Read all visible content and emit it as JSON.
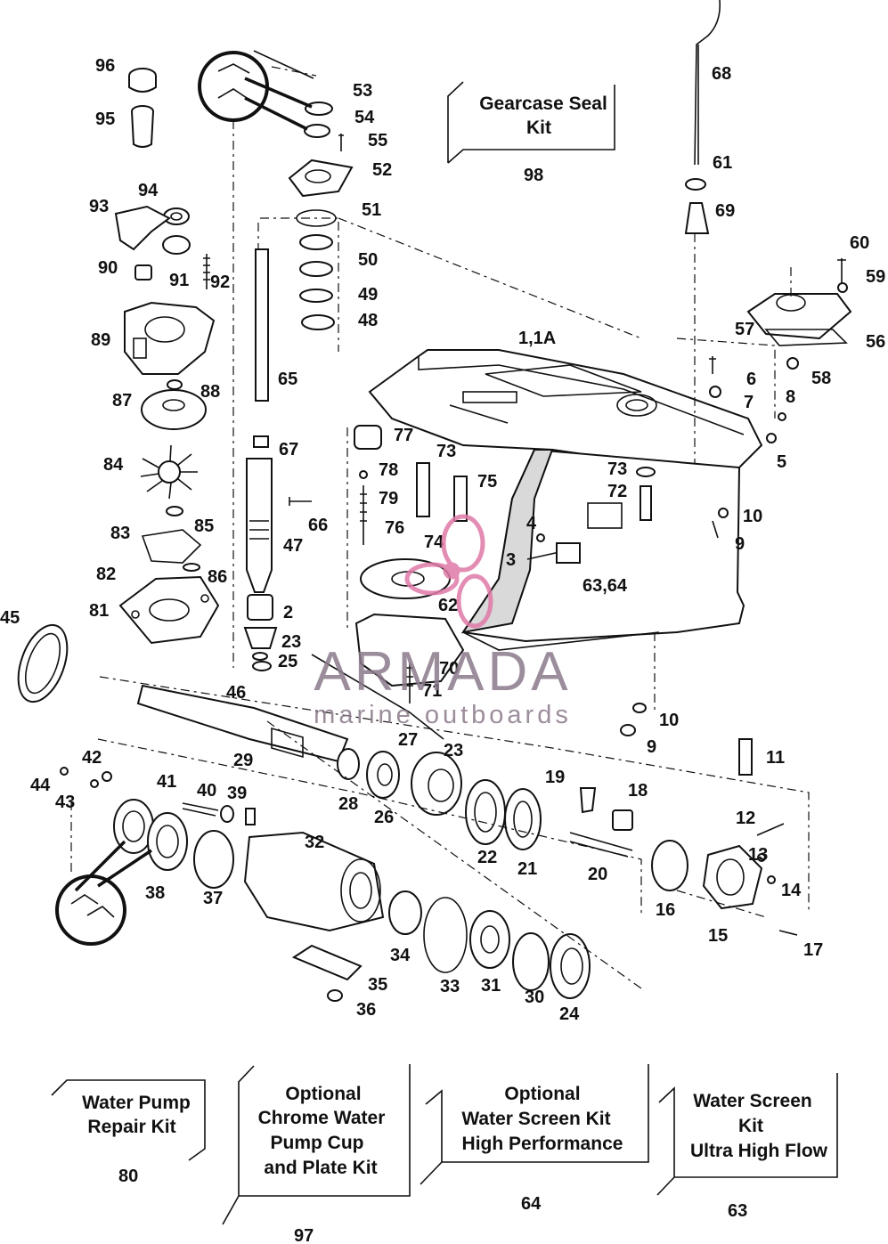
{
  "watermark": {
    "brand": "ARMADA",
    "tagline": "marine outboards",
    "logo_color": "#e07aa8"
  },
  "kits": {
    "gearcase_seal": {
      "lines": [
        "Gearcase Seal",
        "Kit"
      ],
      "number": "98"
    },
    "water_pump_repair": {
      "lines": [
        "Water Pump",
        "Repair Kit"
      ],
      "number": "80"
    },
    "chrome_pump_cup": {
      "lines": [
        "Optional",
        "Chrome Water",
        "Pump Cup",
        "and Plate Kit"
      ],
      "number": "97"
    },
    "water_screen_hp": {
      "lines": [
        "Optional",
        "Water Screen Kit",
        "High Performance"
      ],
      "number": "64"
    },
    "water_screen_uhf": {
      "lines": [
        "Water Screen",
        "Kit",
        "Ultra High Flow"
      ],
      "number": "63"
    }
  },
  "callouts": [
    "96",
    "95",
    "94",
    "93",
    "90",
    "91",
    "92",
    "89",
    "88",
    "87",
    "84",
    "85",
    "83",
    "86",
    "82",
    "81",
    "45",
    "53",
    "54",
    "55",
    "52",
    "51",
    "50",
    "49",
    "48",
    "65",
    "67",
    "66",
    "47",
    "2",
    "23",
    "25",
    "46",
    "77",
    "78",
    "79",
    "76",
    "73",
    "75",
    "74",
    "62",
    "70",
    "71",
    "1,1A",
    "68",
    "61",
    "69",
    "60",
    "59",
    "57",
    "56",
    "58",
    "6",
    "7",
    "8",
    "5",
    "73",
    "72",
    "10",
    "9",
    "4",
    "3",
    "63,64",
    "10",
    "9",
    "11",
    "12",
    "13",
    "14",
    "17",
    "15",
    "16",
    "19",
    "18",
    "20",
    "21",
    "22",
    "26",
    "28",
    "27",
    "23",
    "29",
    "44",
    "42",
    "43",
    "41",
    "40",
    "39",
    "38",
    "37",
    "32",
    "34",
    "35",
    "36",
    "33",
    "31",
    "30",
    "24"
  ]
}
